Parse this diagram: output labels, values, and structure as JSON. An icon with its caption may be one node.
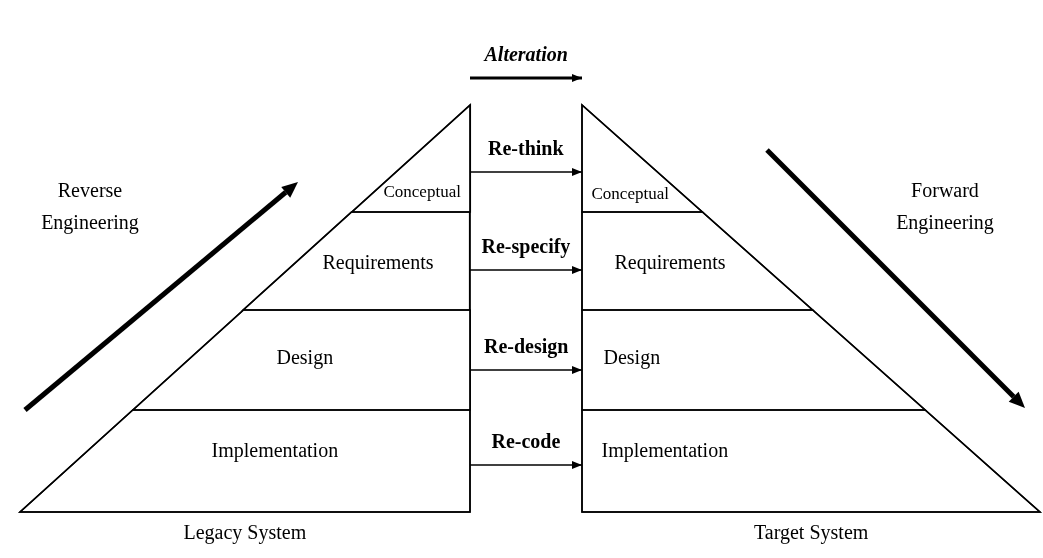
{
  "diagram": {
    "nodes": [
      {
        "text": [
          "Legacy System"
        ]
      },
      {
        "text": [
          "Conceptual"
        ],
        "in": 0
      },
      {
        "text": [
          "Requirements"
        ],
        "in": 0
      },
      {
        "text": [
          "Design"
        ],
        "in": 0
      },
      {
        "text": [
          "Implementation"
        ],
        "in": 0
      },
      {
        "text": [
          "Target System"
        ]
      },
      {
        "text": [
          "Conceptual"
        ],
        "in": 5
      },
      {
        "text": [
          "Requirements"
        ],
        "in": 5
      },
      {
        "text": [
          "Design"
        ],
        "in": 5
      },
      {
        "text": [
          "Implementation"
        ],
        "in": 5
      }
    ],
    "edges": [
      {
        "from": 0,
        "to": 5,
        "arrow": "to",
        "label": "Alteration"
      },
      {
        "from": 1,
        "to": 6,
        "arrow": "to",
        "label": "Re-think"
      },
      {
        "from": 2,
        "to": 7,
        "arrow": "to",
        "label": "Re-specify"
      },
      {
        "from": 3,
        "to": 8,
        "arrow": "to",
        "label": "Re-design"
      },
      {
        "from": 4,
        "to": 9,
        "arrow": "to",
        "label": "Re-code"
      }
    ],
    "labels": [
      "Reverse Engineering",
      "Forward Engineering"
    ]
  }
}
